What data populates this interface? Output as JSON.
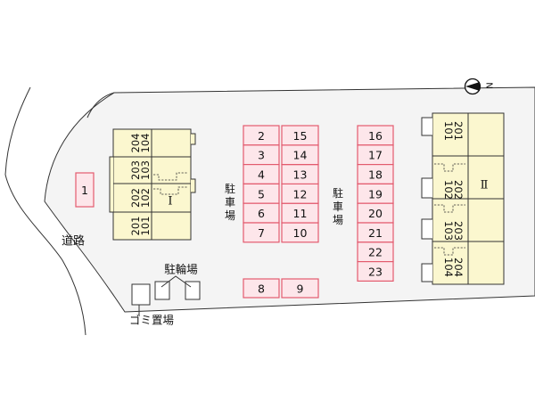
{
  "labels": {
    "parking": "駐車場",
    "road": "道路",
    "bicycle": "駐輪場",
    "garbage": "ゴミ置場",
    "building_1": "Ⅰ",
    "building_2": "Ⅱ",
    "north": "N"
  },
  "parking_spaces": [
    "1",
    "2",
    "3",
    "4",
    "5",
    "6",
    "7",
    "8",
    "9",
    "10",
    "11",
    "12",
    "13",
    "14",
    "15",
    "16",
    "17",
    "18",
    "19",
    "20",
    "21",
    "22",
    "23"
  ],
  "building_1_units": [
    {
      "upper": "204",
      "lower": "104"
    },
    {
      "upper": "203",
      "lower": "103"
    },
    {
      "upper": "202",
      "lower": "102"
    },
    {
      "upper": "201",
      "lower": "101"
    }
  ],
  "building_2_units": [
    {
      "upper": "201",
      "lower": "101"
    },
    {
      "upper": "202",
      "lower": "102"
    },
    {
      "upper": "203",
      "lower": "103"
    },
    {
      "upper": "204",
      "lower": "104"
    }
  ],
  "colors": {
    "parking_fill": "#fde6ea",
    "parking_stroke": "#e35b6e",
    "building_fill": "#fbf7cf"
  }
}
